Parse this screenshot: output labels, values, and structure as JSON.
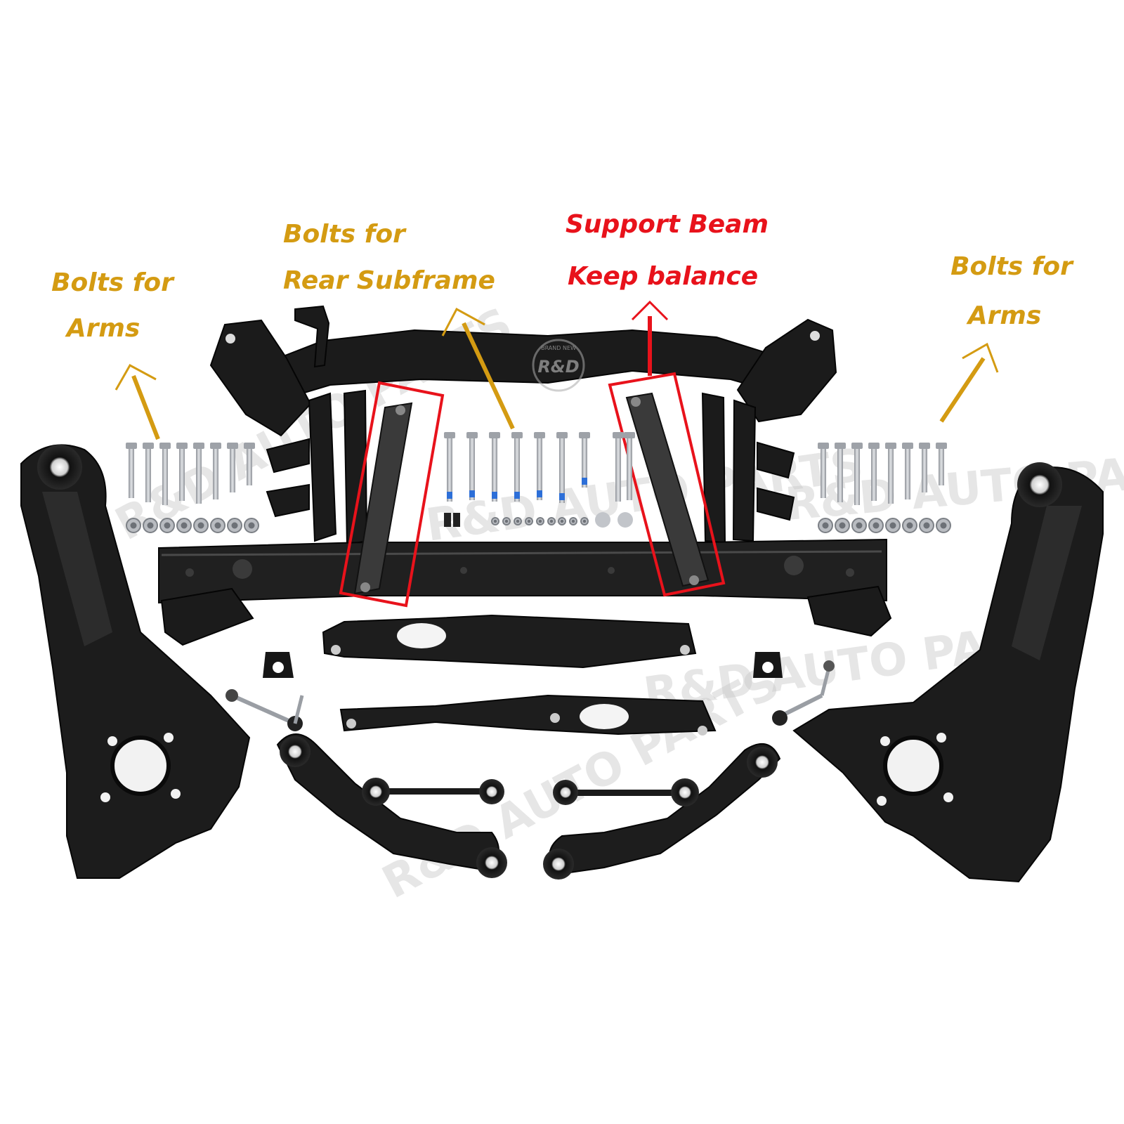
{
  "callouts": {
    "left_arms_line1": "Bolts for",
    "left_arms_line2": "Arms",
    "subframe_line1": "Bolts for",
    "subframe_line2": "Rear Subframe",
    "beam_line1": "Support Beam",
    "beam_line2": "Keep balance",
    "right_arms_line1": "Bolts for",
    "right_arms_line2": "Arms"
  },
  "watermark": {
    "text": "R&D AUTO PARTS",
    "logo": "R&D",
    "logo_caption": "BRAND NEW"
  },
  "colors": {
    "callout_gold": "#d49b12",
    "callout_red": "#e8121b",
    "part_black": "#1b1b1b",
    "bolt_silver": "#b8bcc2",
    "thread_lock_blue": "#2d6fd8"
  },
  "icons": [
    "arrow-up-icon",
    "highlight-box",
    "logo-stamp"
  ]
}
